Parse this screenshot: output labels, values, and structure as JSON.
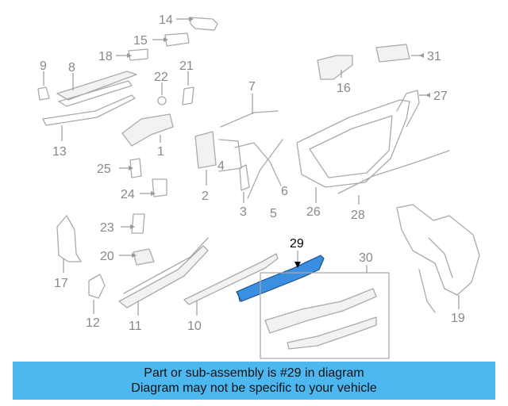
{
  "callouts": {
    "c1": "1",
    "c2": "2",
    "c3": "3",
    "c4": "4",
    "c5": "5",
    "c6": "6",
    "c7": "7",
    "c8": "8",
    "c9": "9",
    "c10": "10",
    "c11": "11",
    "c12": "12",
    "c13": "13",
    "c14": "14",
    "c15": "15",
    "c16": "16",
    "c17": "17",
    "c18": "18",
    "c19": "19",
    "c20": "20",
    "c21": "21",
    "c22": "22",
    "c23": "23",
    "c24": "24",
    "c25": "25",
    "c26": "26",
    "c27": "27",
    "c28": "28",
    "c29": "29",
    "c30": "30",
    "c31": "31"
  },
  "highlight": {
    "part": "29",
    "color": "#3a8fe0"
  },
  "banner": {
    "line1": "Part or sub-assembly is #29 in diagram",
    "line2": "Diagram may not be specific to your vehicle",
    "color": "#4db8f0"
  }
}
